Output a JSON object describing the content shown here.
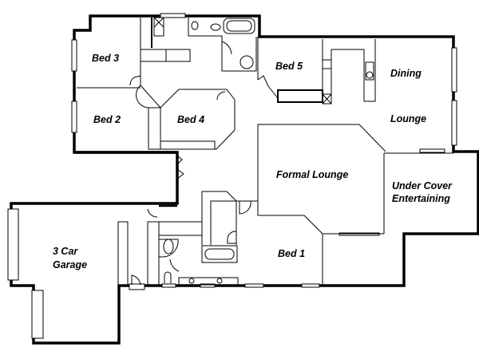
{
  "rooms": {
    "bed3": "Bed 3",
    "bed2": "Bed 2",
    "bed4": "Bed 4",
    "bed5": "Bed 5",
    "dining": "Dining",
    "lounge": "Lounge",
    "formal_lounge": "Formal Lounge",
    "under_cover_1": "Under Cover",
    "under_cover_2": "Entertaining",
    "garage_1": "3 Car",
    "garage_2": "Garage",
    "bed1": "Bed 1"
  }
}
